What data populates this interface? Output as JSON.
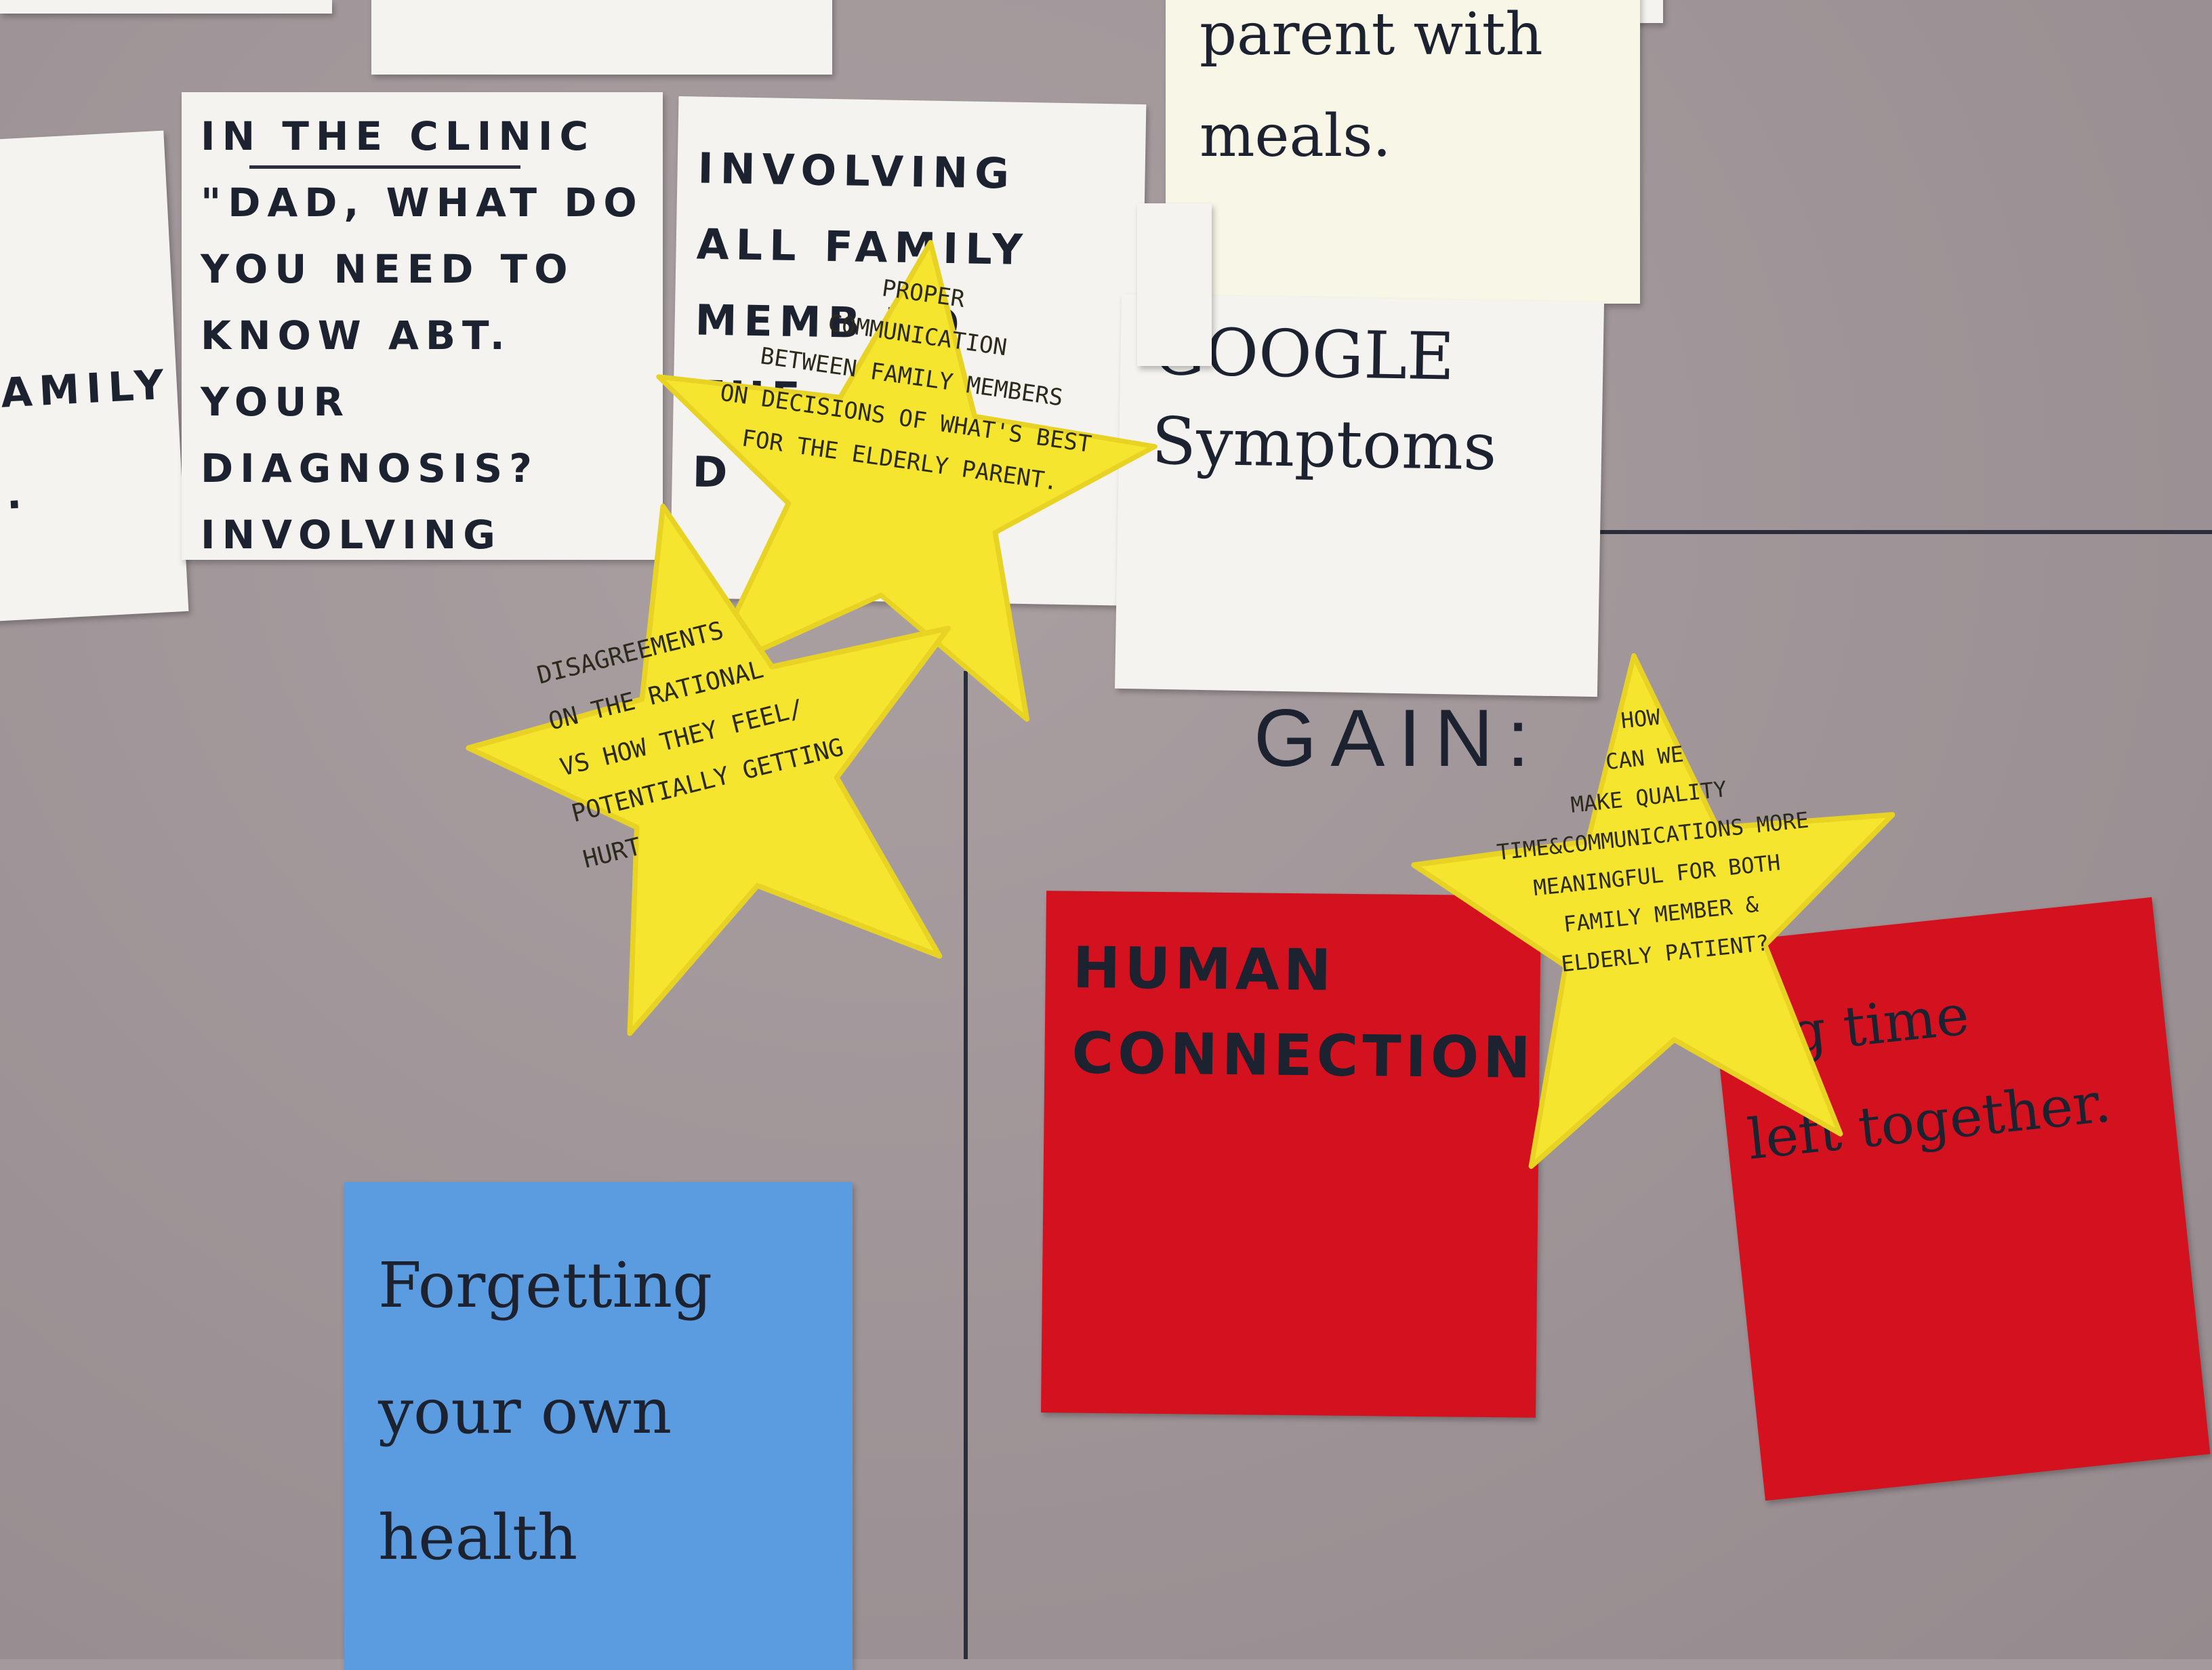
{
  "board": {
    "background_color": "#a49a9d",
    "line_color": "#2a2e3a",
    "gain_label": "GAIN:"
  },
  "notes": {
    "top_left_blank": "",
    "family_fragment": "AMILY\n.",
    "clinic": "IN THE CLINIC\n\"DAD, WHAT DO\nYOU NEED TO\nKNOW ABT.\nYOUR DIAGNOSIS?\nINVOLVING THEM\nINTO THE APPOINT",
    "involving": "INVOLVING\nALL FAMILY\nMEMB   TO\nTHE\nD",
    "parent_meals": "parent with\nmeals.",
    "google": "GOOGLE\nSymptoms",
    "human_connection": "HUMAN\nCONNECTION",
    "time_left": "ing time\nleft together.",
    "forgetting": "Forgetting\nyour own\nhealth"
  },
  "stars": {
    "proper": "PROPER\nCOMMUNICATION\nBETWEEN FAMILY MEMBERS\nON DECISIONS OF WHAT'S BEST\nFOR THE ELDERLY PARENT.",
    "disagreements": "DISAGREEMENTS\nON THE RATIONAL\nVS HOW THEY FEEL/\nPOTENTIALLY GETTING\nHURT",
    "how_can_we": "HOW\nCAN WE\nMAKE QUALITY\nTIME&COMMUNICATIONS MORE\nMEANINGFUL FOR BOTH\nFAMILY MEMBER &\nELDERLY PATIENT?"
  },
  "colors": {
    "star": "#f5e52e",
    "red_note": "#d4121f",
    "blue_note": "#5b9be0",
    "white_note": "#f4f3ef"
  }
}
